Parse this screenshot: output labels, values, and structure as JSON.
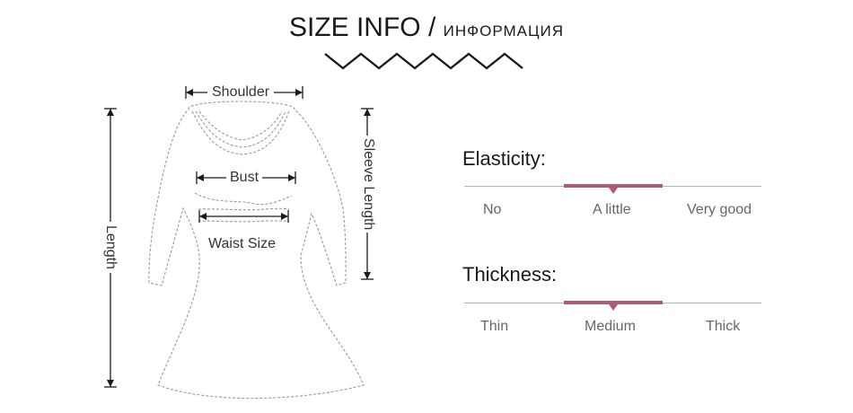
{
  "header": {
    "title": "SIZE INFO",
    "separator": "/",
    "subtitle": "ИНФОРМАЦИЯ"
  },
  "garment": {
    "labels": {
      "shoulder": "Shoulder",
      "bust": "Bust",
      "waist": "Waist Size",
      "length": "Length",
      "sleeve": "Sleeve Length"
    }
  },
  "elasticity": {
    "title": "Elasticity:",
    "options": [
      "No",
      "A little",
      "Very good"
    ],
    "selected": "A little"
  },
  "thickness": {
    "title": "Thickness:",
    "options": [
      "Thin",
      "Medium",
      "Thick"
    ],
    "selected": "Medium"
  },
  "colors": {
    "accent": "#b15a73",
    "line": "#b5b5b5",
    "text": "#333333"
  }
}
